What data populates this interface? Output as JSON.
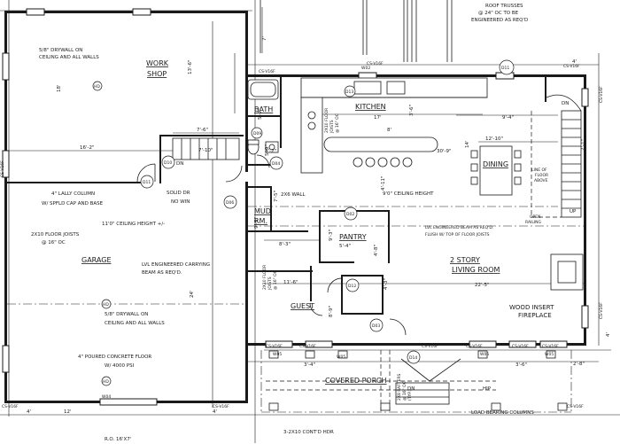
{
  "rooms": {
    "workshop": [
      "WORK",
      "SHOP"
    ],
    "bath": "BATH",
    "kitchen": "KITCHEN",
    "dining": "DINING",
    "garage": "GARAGE",
    "mudroom": [
      "MUD",
      "RM."
    ],
    "pantry": "PANTRY",
    "living": [
      "2 STORY",
      "LIVING ROOM"
    ],
    "guest": "GUEST",
    "porch": "COVERED PORCH"
  },
  "notes": {
    "roof_trusses": [
      "ROOF TRUSSES",
      "@ 24\" OC TO BE",
      "ENGINEERED AS REQ'D"
    ],
    "drywall_shop": [
      "5/8\" DRYWALL ON",
      "CEILING AND ALL WALLS"
    ],
    "drywall_garage": [
      "5/8\" DRYWALL ON",
      "CEILING AND ALL WALLS"
    ],
    "lally": [
      "4\" LALLY COLUMN",
      "W/ SPFLD CAP AND BASE"
    ],
    "solid_door": [
      "SOLID DR",
      "NO WIN"
    ],
    "garage_ceiling": "11'0\" CEILING HEIGHT +/-",
    "floor_joists_garage": [
      "2X10 FLOOR JOISTS",
      "@ 16\" OC"
    ],
    "lvl_garage": [
      "LVL ENGINEERED CARRYING",
      "BEAM AS REQ'D."
    ],
    "concrete": [
      "4\" POURED CONCRETE FLOOR",
      "W/ 4000 PSI"
    ],
    "wall_2x6": "2X6 WALL",
    "ceiling_9": "9'0\" CEILING HEIGHT",
    "kitchen_joists": [
      "2X10 FLOOR",
      "JOISTS",
      "@ 16\" OC"
    ],
    "living_joists": [
      "2X10 FLOOR",
      "JOISTS",
      "@ 16\" OC"
    ],
    "lvl_living": [
      "LVL ENGINEERED BEAM AS REQ'D.",
      "FLUSH W/ TOP OF FLOOR JOISTS"
    ],
    "line_floor": [
      "LINE OF",
      "FLOOR",
      "ABOVE"
    ],
    "open_railing": [
      "OPEN",
      "RAILING"
    ],
    "fireplace": [
      "WOOD INSERT",
      "FIREPLACE"
    ],
    "hip": "HIP",
    "load_columns": "LOAD BEARING COLUMNS",
    "header": "3-2X10 CONT'D HDR",
    "ro": "R.O. 16'X7'",
    "up": "UP",
    "dn": "DN",
    "porch_rafters": [
      "2X8 RAFTERS",
      "@ 16\" OC",
      "(TYP.)"
    ]
  },
  "dimensions": {
    "d_18": "18'",
    "d_13_6": "13'-6\"",
    "d_16_2": "16'-2\"",
    "d_7_6": "7'-6\"",
    "d_7_10": "7'-10\"",
    "d_24": "24'",
    "d_12": "12'",
    "d_4_left": "4'",
    "d_4_bottom": "4'",
    "d_7_top": "7'",
    "d_9_5": "9'-5\"",
    "d_11_6": "11'-6\"",
    "d_8_3": "8'-3\"",
    "d_5_4": "5'-4\"",
    "d_17": "17'",
    "d_3_6": "3'-6\"",
    "d_9_4": "9'-4\"",
    "d_12_10": "12'-10\"",
    "d_30_9": "30'-9\"",
    "d_14": "14'",
    "d_4_11": "4'-11\"",
    "d_8": "8'",
    "d_22_5": "22'-5\"",
    "d_4_3": "4'-3\"",
    "d_8_9": "8'-9\"",
    "d_3_4": "3'-4\"",
    "d_3_6b": "3'-6\"",
    "d_2_8": "2'-8\"",
    "d_7_5": "7'-5\"",
    "d_5_9": "5'-9\"",
    "d_9_3": "9'-3\"",
    "d_5_7": "5'-7\"",
    "d_3_2": "3'-2\"",
    "d_4_right": "4'",
    "d_4_top_right": "4'",
    "d_7_1": "7'-1\"",
    "d_4_8": "4'-8\""
  },
  "tags": {
    "d11_top": "D11",
    "d10": "D10",
    "d11_left": "D11",
    "d04": "D04",
    "d09": "D09",
    "d06": "D06",
    "d02": "D02",
    "d12": "D12",
    "d03": "D03",
    "d14": "D14",
    "d13": "D13",
    "hd1": "HD",
    "hd2": "HD",
    "hd3": "HD"
  },
  "windows": {
    "w02": "W02",
    "w05a": "W05",
    "w05b": "W05",
    "w05c": "W05",
    "w05d": "W05",
    "w04": "W04",
    "cs_a": "CS-V16F",
    "cs_b": "CS-V16F",
    "cs_c": "CS-V16F",
    "cs_d": "CS-V16F",
    "cs_e": "CS-V16F",
    "cs_f": "CS-V16F",
    "cs_g": "CS-V16F",
    "cs_h": "CS-V16F",
    "cs_i": "CS-V16F",
    "cs_j": "CS-V16F",
    "cs_k": "CS-V16F",
    "cs_l": "CS-V16F",
    "cs_m": "CS-V16F",
    "cs_n": "CS-V16F",
    "cs_o": "CS-V16F"
  }
}
